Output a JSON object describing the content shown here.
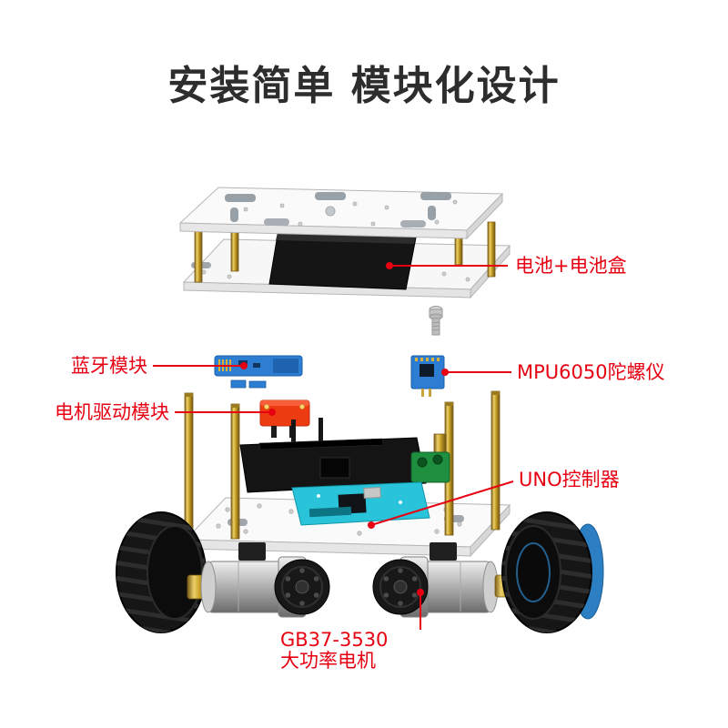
{
  "title": "安装简单 模块化设计",
  "colors": {
    "callout_red": "#e60012",
    "title_color": "#2d2d2d",
    "background": "#ffffff"
  },
  "callouts": {
    "battery": {
      "label": "电池+电池盒"
    },
    "bluetooth": {
      "label": "蓝牙模块"
    },
    "mpu6050": {
      "label": "MPU6050陀螺仪"
    },
    "motor_driver": {
      "label": "电机驱动模块"
    },
    "uno": {
      "label": "UNO控制器"
    },
    "motor": {
      "label_line1": "GB37-3530",
      "label_line2": "大功率电机"
    }
  }
}
